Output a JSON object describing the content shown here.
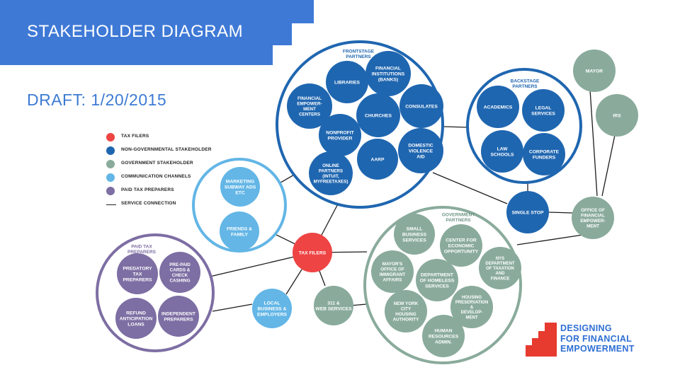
{
  "header": {
    "title": "STAKEHOLDER DIAGRAM",
    "draft": "DRAFT: 1/20/2015"
  },
  "colors": {
    "tax_filers": "#ef4444",
    "non_governmental": "#1f66b0",
    "government": "#8aab9c",
    "communication": "#63b6e6",
    "paid_preparers": "#7d6ea3",
    "banner": "#3e79d6",
    "brand_red": "#e63b2e"
  },
  "legend": [
    {
      "label": "TAX FILERS",
      "color": "#ef4444",
      "kind": "dot"
    },
    {
      "label": "NON-GOVERNMENTAL STAKEHOLDER",
      "color": "#1f66b0",
      "kind": "dot"
    },
    {
      "label": "GOVERNMENT STAKEHOLDER",
      "color": "#8aab9c",
      "kind": "dot"
    },
    {
      "label": "COMMUNICATION CHANNELS",
      "color": "#63b6e6",
      "kind": "dot"
    },
    {
      "label": "PAID TAX PREPARERS",
      "color": "#7d6ea3",
      "kind": "dot"
    },
    {
      "label": "SERVICE CONNECTION",
      "color": "#222222",
      "kind": "line"
    }
  ],
  "groups": {
    "frontstage": "FRONTSTAGE\nPARTNERS",
    "backstage": "BACKSTAGE\nPARTNERS",
    "government": "GOVERNMENT\nPARTNERS",
    "paid": "PAID TAX\nPREPARERS"
  },
  "nodes": {
    "libraries": "LIBRARIES",
    "financial_institutions": "FINANCIAL\nINSTITUTIONS\n(BANKS)",
    "financial_empowerment_centers": "FINANCIAL\nEMPOWER-\nMENT\nCENTERS",
    "churches": "CHURCHES",
    "consulates": "CONSULATES",
    "nonprofit_provider": "NONPROFIT\nPROVIDER",
    "domestic_violence_aid": "DOMESTIC\nVIOLENCE\nAID",
    "aarp": "AARP",
    "online_partners": "ONLINE\nPARTNERS\n(INTUIT,\nMYFREETAXES)",
    "academics": "ACADEMICS",
    "legal_services": "LEGAL\nSERVICES",
    "law_schools": "LAW\nSCHOOLS",
    "corporate_funders": "CORPORATE\nFUNDERS",
    "mayor": "MAYOR",
    "irs": "IRS",
    "single_stop": "SINGLE STOP",
    "office_financial_empowerment": "OFFICE OF\nFINANCIAL\nEMPOWER-\nMENT",
    "marketing": "MARKETING\nSUBWAY ADS\nETC",
    "friends_family": "FRIENDS &\nFAMILY",
    "tax_filers": "TAX FILERS",
    "small_business_services": "SMALL\nBUSINESS\nSERVICES",
    "center_economic_opportunity": "CENTER FOR\nECONOMIC\nOPPORTUNITY",
    "mayors_office_immigrant": "MAYOR'S\nOFFICE OF\nIMMIGRANT\nAFFAIRS",
    "nys_taxation": "NYS\nDEPARTMENT\nOF TAXATION\nAND\nFINANCE",
    "homeless_services": "DEPARTMENT\nOF HOMELESS\nSERVICES",
    "housing_preservation": "HOUSING\nPRESERVATION\n&\nDEVELOP-\nMENT",
    "nyc_housing_authority": "NEW YORK\nCITY\nHOUSING\nAUTHORITY",
    "hra": "HUMAN\nRESOURCES\nADMIN.",
    "service_311": "311 &\nWEB SERVICES",
    "local_business": "LOCAL\nBUSINESS &\nEMPLOYERS",
    "predatory": "PREDATORY\nTAX\nPREPARERS",
    "prepaid_cards": "PRE-PAID\nCARDS &\nCHECK\nCASHING",
    "refund_anticipation": "REFUND\nANTICIPATION\nLOANS",
    "independent_preparers": "INDEPENDENT\nPREPARERS"
  },
  "brand": {
    "lines": [
      "DESIGNING",
      "FOR FINANCIAL",
      "EMPOWERMENT"
    ]
  }
}
